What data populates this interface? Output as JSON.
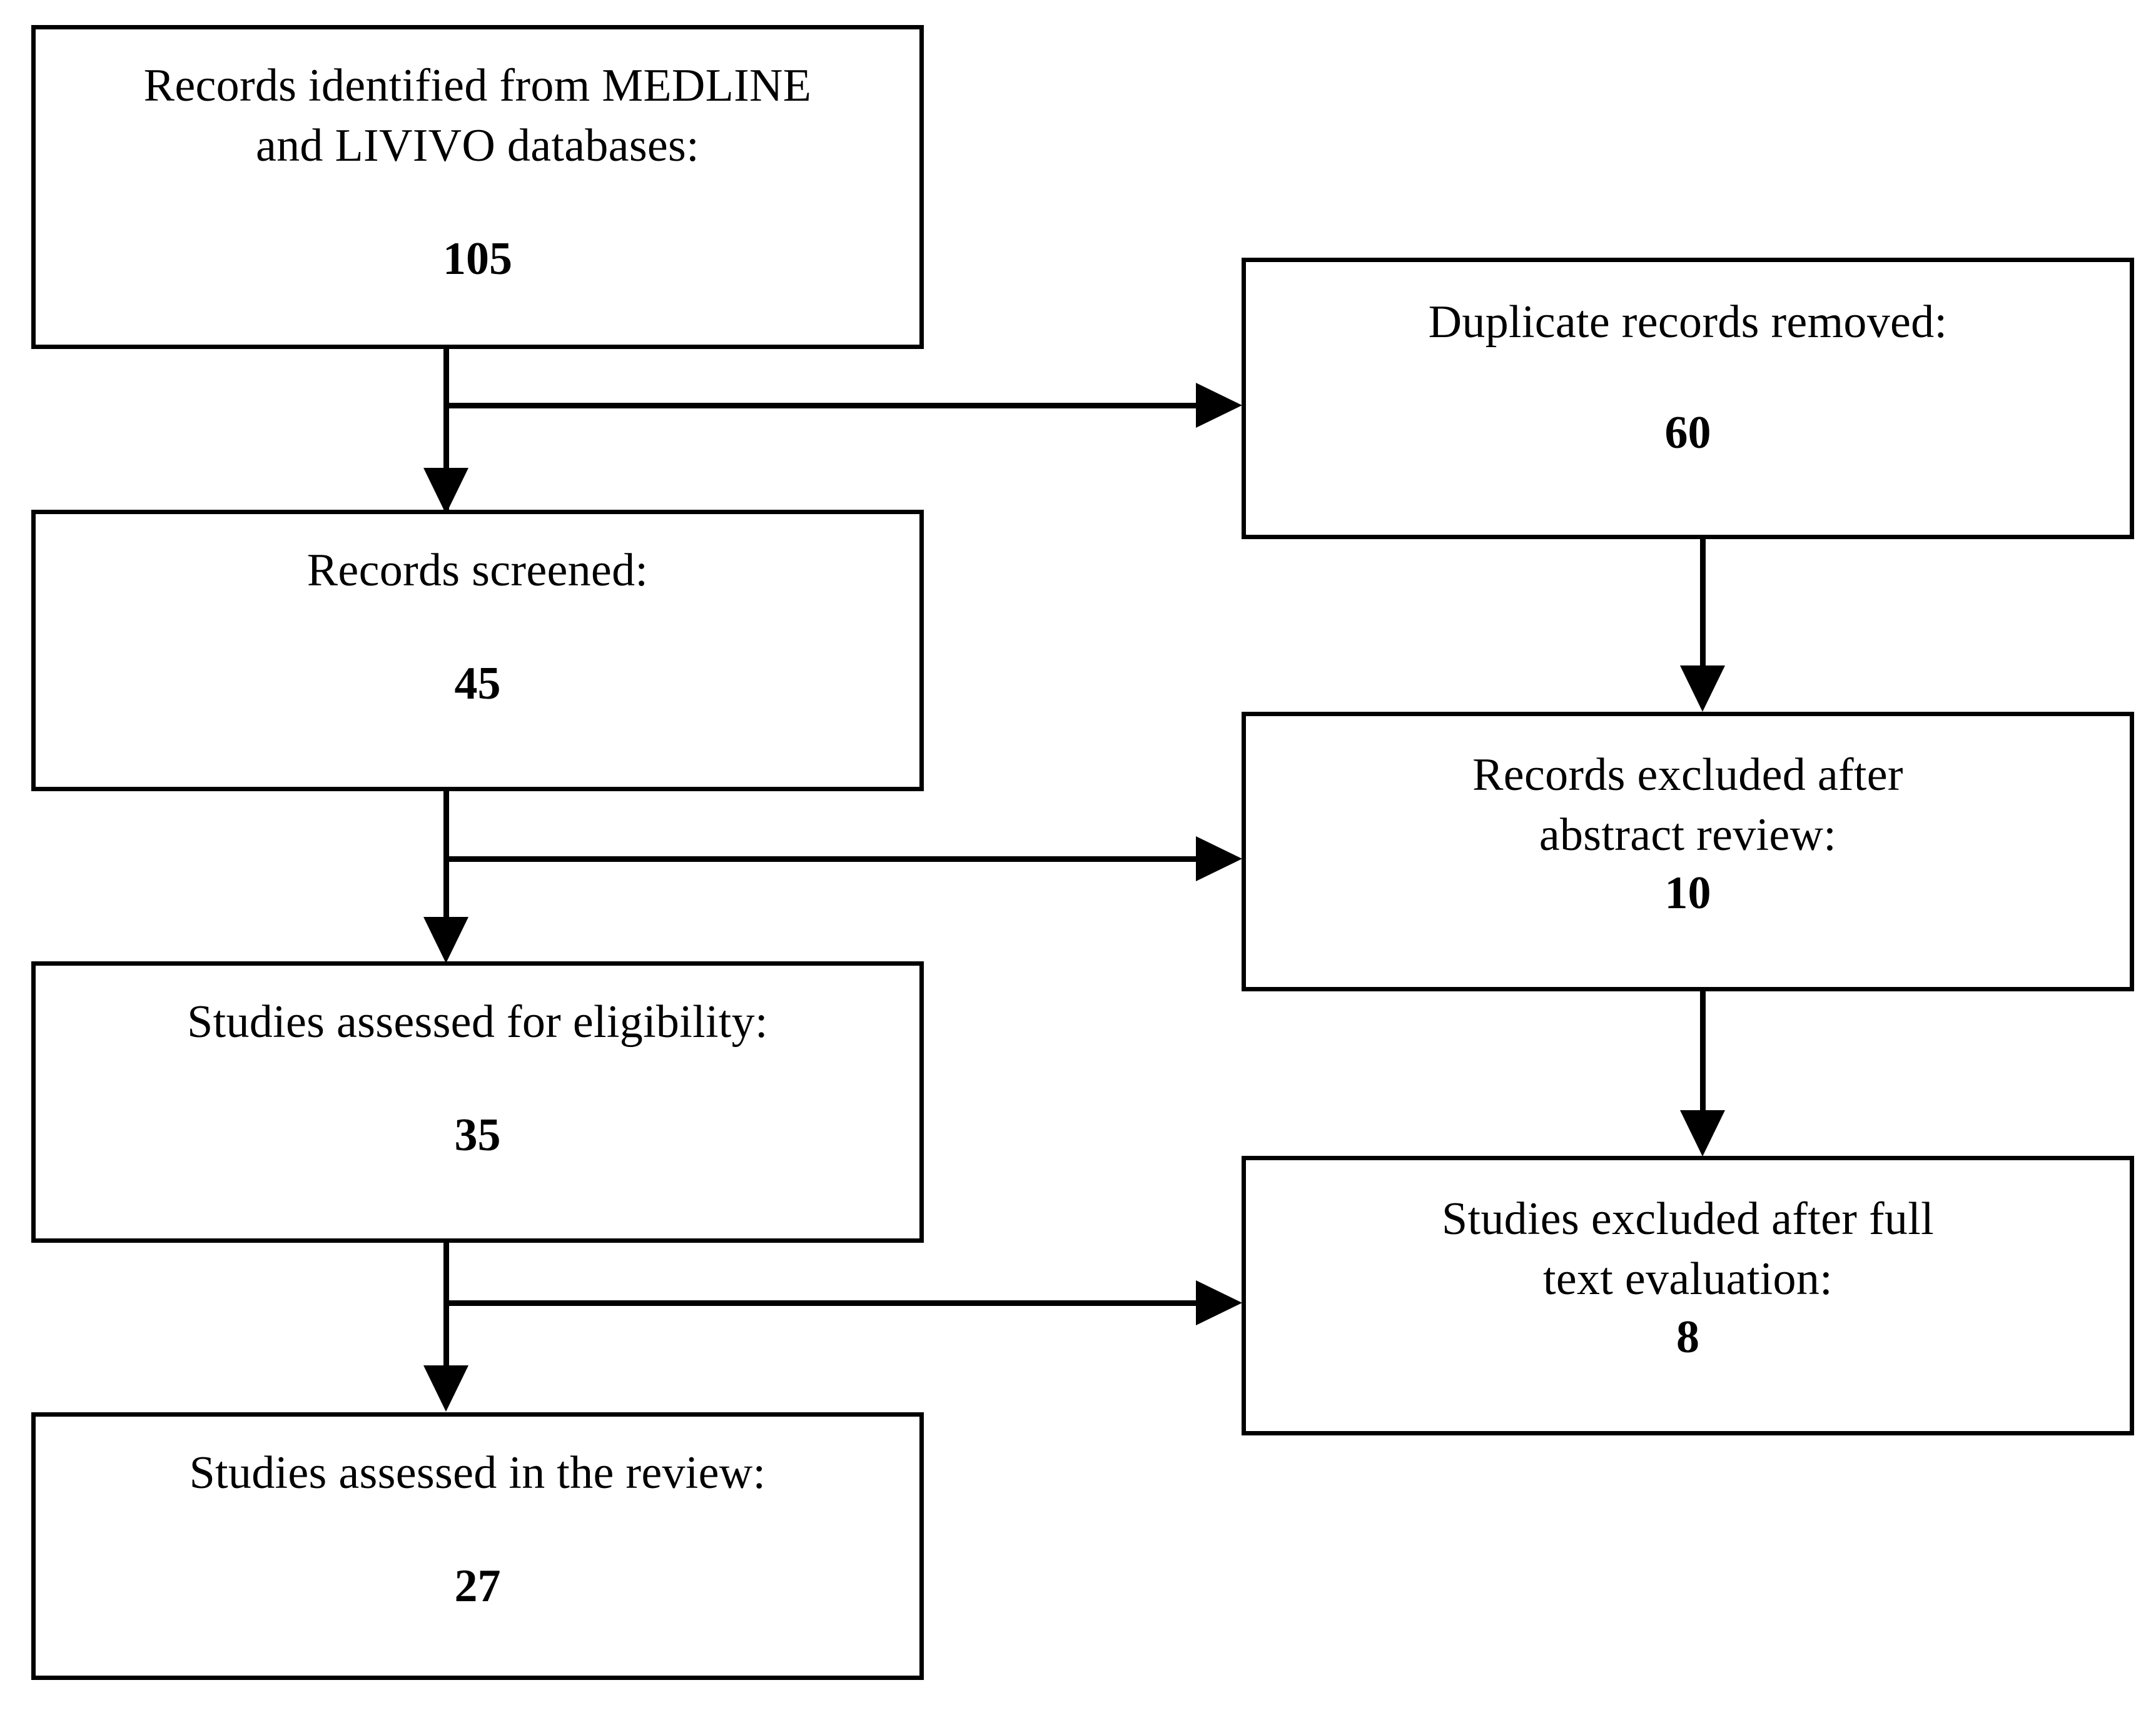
{
  "diagram": {
    "type": "prisma-flow-diagram",
    "orientation": "two-column",
    "colors": {
      "stroke": "#000000",
      "fill": "#ffffff",
      "text": "#000000"
    },
    "nodes": [
      {
        "id": "records-identified",
        "column": "left",
        "label": "Records identified from MEDLINE\nand LIVIVO databases:",
        "count": "105"
      },
      {
        "id": "duplicate-records-removed",
        "column": "right",
        "label": "Duplicate records removed:",
        "count": "60"
      },
      {
        "id": "records-screened",
        "column": "left",
        "label": "Records screened:",
        "count": "45"
      },
      {
        "id": "records-excluded-abstract",
        "column": "right",
        "label": "Records excluded after\nabstract review:",
        "count": "10"
      },
      {
        "id": "studies-assessed-eligibility",
        "column": "left",
        "label": "Studies assessed for eligibility:",
        "count": "35"
      },
      {
        "id": "studies-excluded-fulltext",
        "column": "right",
        "label": "Studies excluded after full\ntext evaluation:",
        "count": "8"
      },
      {
        "id": "studies-assessed-review",
        "column": "left",
        "label": "Studies assessed in the review:",
        "count": "27"
      }
    ],
    "edges": [
      {
        "id": "e1",
        "from": "records-identified",
        "to": "duplicate-records-removed",
        "kind": "elbow-right"
      },
      {
        "id": "e2",
        "from": "records-identified",
        "to": "records-screened",
        "kind": "straight-down"
      },
      {
        "id": "e3",
        "from": "duplicate-records-removed",
        "to": "records-excluded-abstract",
        "kind": "straight-down"
      },
      {
        "id": "e4",
        "from": "records-screened",
        "to": "records-excluded-abstract",
        "kind": "elbow-right"
      },
      {
        "id": "e5",
        "from": "records-screened",
        "to": "studies-assessed-eligibility",
        "kind": "straight-down"
      },
      {
        "id": "e6",
        "from": "records-excluded-abstract",
        "to": "studies-excluded-fulltext",
        "kind": "straight-down"
      },
      {
        "id": "e7",
        "from": "studies-assessed-eligibility",
        "to": "studies-excluded-fulltext",
        "kind": "elbow-right"
      },
      {
        "id": "e8",
        "from": "studies-assessed-eligibility",
        "to": "studies-assessed-review",
        "kind": "straight-down"
      }
    ]
  }
}
